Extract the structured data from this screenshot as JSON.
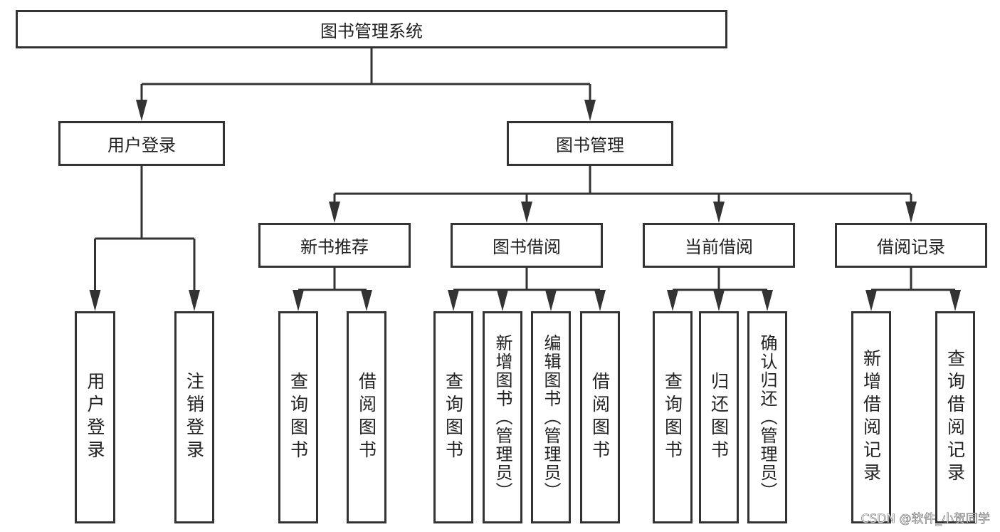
{
  "title": "图书管理系统",
  "branches": [
    {
      "label": "用户登录",
      "children": [
        "用户登录",
        "注销登录"
      ]
    },
    {
      "label": "图书管理",
      "children": [
        {
          "label": "新书推荐",
          "children": [
            "查询图书",
            "借阅图书"
          ]
        },
        {
          "label": "图书借阅",
          "children": [
            "查询图书",
            "新增图书（管理员）",
            "编辑图书（管理员）",
            "借阅图书"
          ]
        },
        {
          "label": "当前借阅",
          "children": [
            "查询图书",
            "归还图书",
            "确认归还（管理员）"
          ]
        },
        {
          "label": "借阅记录",
          "children": [
            "新增借阅记录",
            "查询借阅记录"
          ]
        }
      ]
    }
  ],
  "watermark": "CSDN @软件_小贺同学",
  "colors": {
    "line": "#333333",
    "background": "#ffffff"
  }
}
